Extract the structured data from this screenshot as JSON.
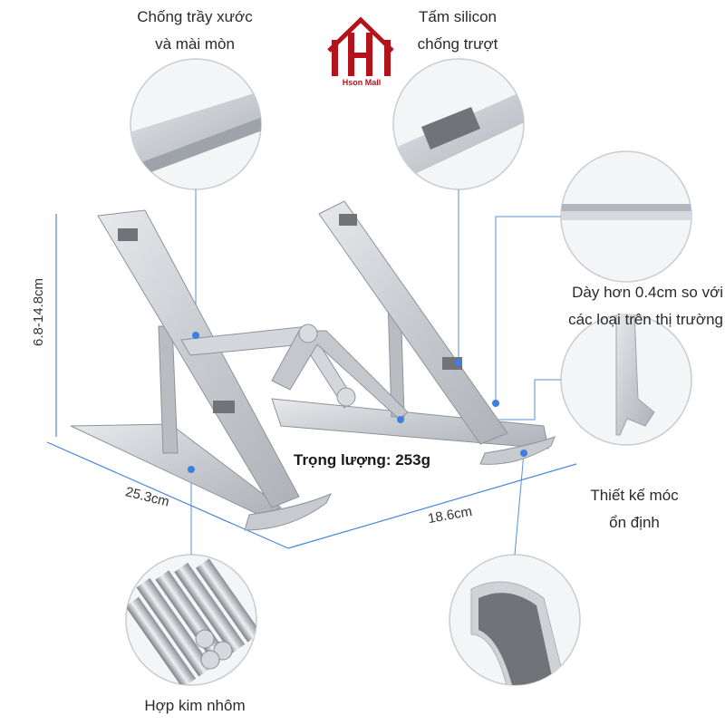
{
  "brand": {
    "name": "Hson Mall",
    "color": "#b4131b"
  },
  "callouts": {
    "scratch": {
      "line1": "Chống trầy xước",
      "line2": "và mài mòn"
    },
    "silicon": {
      "line1": "Tấm silicon",
      "line2": "chống trượt"
    },
    "thickness": {
      "line1": "Dày hơn 0.4cm so với",
      "line2": "các loại trên thị trường"
    },
    "hook": {
      "line1": "Thiết kế móc",
      "line2": "ổn định"
    },
    "alloy": {
      "line1": "Hợp kim nhôm"
    }
  },
  "dimensions": {
    "height": "6.8-14.8cm",
    "width": "25.3cm",
    "depth": "18.6cm"
  },
  "weight": "Trọng lượng: 253g",
  "colors": {
    "accent_line": "#5a8fd6",
    "dot": "#3f7fe0",
    "aluminum": "#c9ccd0",
    "silicon_pad": "#707478"
  }
}
